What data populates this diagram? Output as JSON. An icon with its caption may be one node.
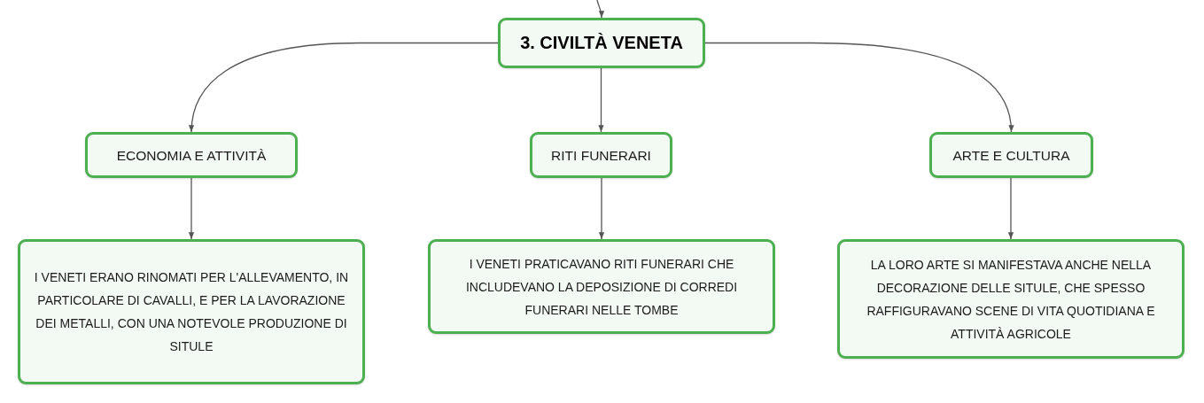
{
  "diagram": {
    "nodes": [
      {
        "text": [
          "3. CIVILTÀ VENETA"
        ]
      },
      {
        "text": [
          "ECONOMIA E ATTIVITÀ"
        ]
      },
      {
        "text": [
          "RITI FUNERARI"
        ]
      },
      {
        "text": [
          "ARTE E CULTURA"
        ]
      },
      {
        "text": [
          "I VENETI ERANO RINOMATI PER L'ALLEVAMENTO, IN PARTICOLARE DI CAVALLI, E PER LA LAVORAZIONE DEI METALLI, CON UNA NOTEVOLE PRODUZIONE DI SITULE"
        ]
      },
      {
        "text": [
          "I VENETI PRATICAVANO RITI FUNERARI CHE INCLUDEVANO LA DEPOSIZIONE DI CORREDI FUNERARI NELLE TOMBE"
        ]
      },
      {
        "text": [
          "LA LORO ARTE SI MANIFESTAVA ANCHE NELLA DECORAZIONE DELLE SITULE, CHE SPESSO RAFFIGURAVANO SCENE DI VITA QUOTIDIANA E ATTIVITÀ AGRICOLE"
        ]
      }
    ],
    "edges": [
      {
        "from": null,
        "to": 0,
        "arrow": "to"
      },
      {
        "from": 0,
        "to": 1,
        "arrow": "to"
      },
      {
        "from": 0,
        "to": 2,
        "arrow": "to"
      },
      {
        "from": 0,
        "to": 3,
        "arrow": "to"
      },
      {
        "from": 1,
        "to": 4,
        "arrow": "to"
      },
      {
        "from": 2,
        "to": 5,
        "arrow": "to"
      },
      {
        "from": 3,
        "to": 6,
        "arrow": "to"
      }
    ]
  }
}
